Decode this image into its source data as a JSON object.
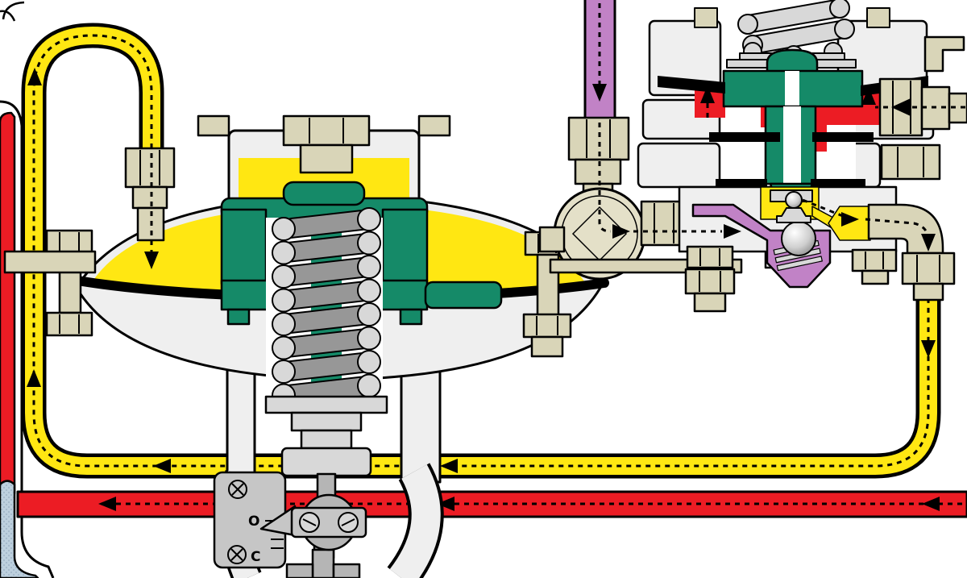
{
  "diagram": {
    "type": "gas-regulator-cutaway-schematic",
    "indicator": {
      "open": "O",
      "closed": "C"
    },
    "colors": {
      "yellow": "#FFE712",
      "red": "#EC1C24",
      "green": "#158A68",
      "purple": "#C182C6",
      "tan": "#D9D5B8",
      "tan_light": "#E4E0C8",
      "body": "#EFEFEF",
      "steel_light": "#D8D8D8",
      "steel_mid": "#B5B5B5",
      "steel_dark": "#979797",
      "plate": "#C6C6C6",
      "blue": "#BDD0DE",
      "outline": "#000000"
    }
  }
}
